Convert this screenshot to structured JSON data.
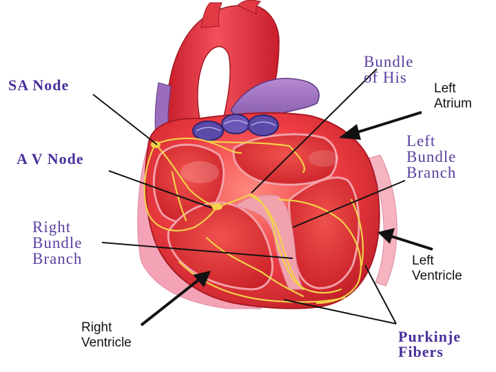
{
  "labels": {
    "sa_node": "SA Node",
    "av_node": "A V Node",
    "bundle_of_his": [
      "Bundle",
      "of His"
    ],
    "left_atrium": [
      "Left",
      "Atrium"
    ],
    "left_bundle_branch": [
      "Left",
      "Bundle",
      "Branch"
    ],
    "right_bundle_branch": [
      "Right",
      "Bundle",
      "Branch"
    ],
    "left_ventricle": [
      "Left",
      "Ventricle"
    ],
    "right_ventricle": [
      "Right",
      "Ventricle"
    ],
    "purkinje_fibers": [
      "Purkinje",
      "Fibers"
    ]
  },
  "colors": {
    "heart_red": "#e8383e",
    "chamber_red": "#d42a30",
    "aorta_red": "#e02e3a",
    "vein_purple": "#8a5fb0",
    "valve_blue": "#5a4fa8",
    "conduction_yellow": "#f2d24a",
    "pink_tissue": "#f6a6b8",
    "label_purple": "#5a3fa0"
  },
  "icons": [
    "heart-illustration",
    "pointer-arrow"
  ]
}
